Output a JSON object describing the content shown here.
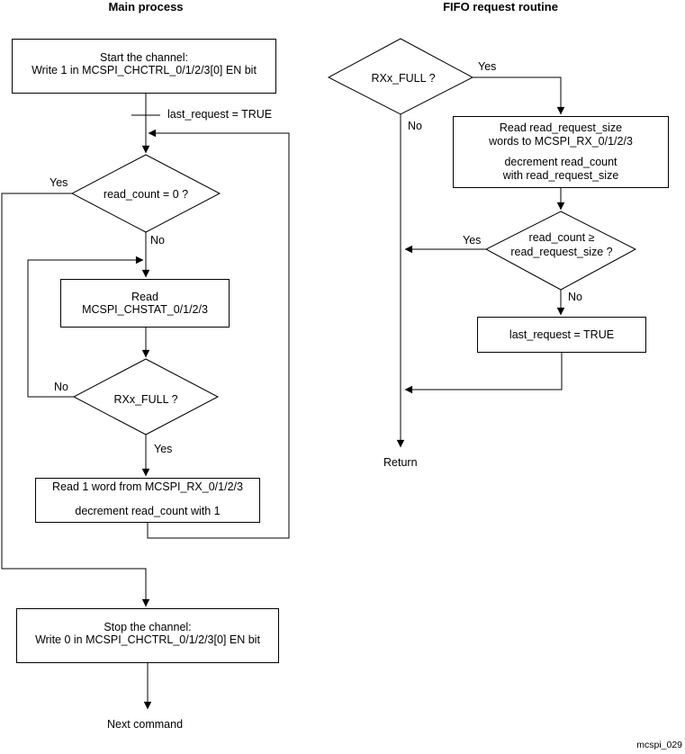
{
  "page": {
    "background": "#ffffff",
    "ink": "#000000"
  },
  "figure_label": "mcspi_029",
  "main_process": {
    "title": "Main process",
    "start_box": {
      "line1": "Start the channel:",
      "line2": "Write 1 in MCSPI_CHCTRL_0/1/2/3[0] EN bit"
    },
    "init_label": "last_request = TRUE",
    "read_count_decision": {
      "label": "read_count = 0 ?",
      "yes": "Yes",
      "no": "No"
    },
    "read_chstat_box": {
      "line1": "Read",
      "line2": "MCSPI_CHSTAT_0/1/2/3"
    },
    "rxx_full_decision": {
      "label": "RXx_FULL ?",
      "no": "No",
      "yes": "Yes"
    },
    "read_word_box": {
      "line1": "Read 1 word from MCSPI_RX_0/1/2/3",
      "line2": "decrement read_count with 1"
    },
    "stop_box": {
      "line1": "Stop the channel:",
      "line2": "Write 0 in MCSPI_CHCTRL_0/1/2/3[0] EN bit"
    },
    "terminal_label": "Next command"
  },
  "fifo_routine": {
    "title": "FIFO request routine",
    "rxx_full_decision": {
      "label": "RXx_FULL ?",
      "yes": "Yes",
      "no": "No"
    },
    "read_request_box": {
      "line1": "Read read_request_size",
      "line2": "words to MCSPI_RX_0/1/2/3",
      "line3": "decrement read_count",
      "line4": "with read_request_size"
    },
    "size_decision": {
      "line1": "read_count ≥",
      "line2": "read_request_size ?",
      "yes": "Yes",
      "no": "No"
    },
    "last_request_box": {
      "label": "last_request = TRUE"
    },
    "terminal_label": "Return"
  }
}
